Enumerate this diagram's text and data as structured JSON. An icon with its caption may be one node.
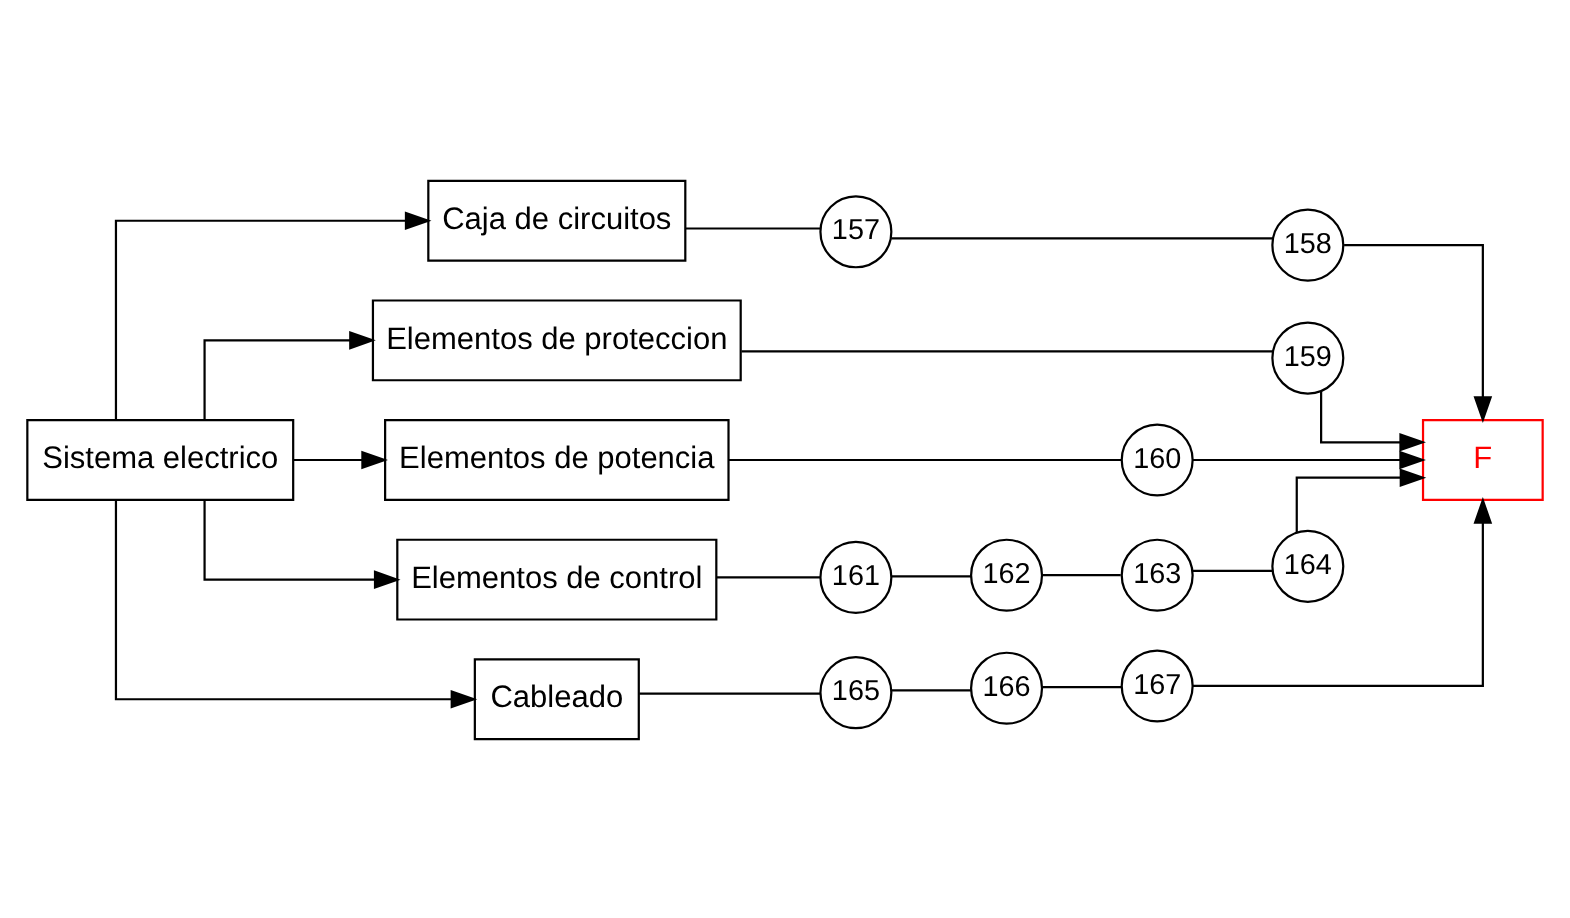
{
  "diagram": {
    "nodes": [
      {
        "text": [
          "Sistema electrico"
        ]
      },
      {
        "text": [
          "Caja de circuitos"
        ]
      },
      {
        "text": [
          "157"
        ]
      },
      {
        "text": [
          "158"
        ]
      },
      {
        "text": [
          "Elementos de proteccion"
        ]
      },
      {
        "text": [
          "159"
        ]
      },
      {
        "text": [
          "Elementos de potencia"
        ]
      },
      {
        "text": [
          "160"
        ]
      },
      {
        "text": [
          "Elementos de control"
        ]
      },
      {
        "text": [
          "161"
        ]
      },
      {
        "text": [
          "162"
        ]
      },
      {
        "text": [
          "163"
        ]
      },
      {
        "text": [
          "164"
        ]
      },
      {
        "text": [
          "Cableado"
        ]
      },
      {
        "text": [
          "165"
        ]
      },
      {
        "text": [
          "166"
        ]
      },
      {
        "text": [
          "167"
        ]
      },
      {
        "text": [
          "F"
        ]
      }
    ],
    "edges": [
      {
        "from": 0,
        "to": 1,
        "arrow": "to"
      },
      {
        "from": 0,
        "to": 4,
        "arrow": "to"
      },
      {
        "from": 0,
        "to": 6,
        "arrow": "to"
      },
      {
        "from": 0,
        "to": 8,
        "arrow": "to"
      },
      {
        "from": 0,
        "to": 13,
        "arrow": "to"
      },
      {
        "from": 1,
        "to": 2,
        "arrow": "none"
      },
      {
        "from": 2,
        "to": 3,
        "arrow": "none"
      },
      {
        "from": 3,
        "to": 17,
        "arrow": "to"
      },
      {
        "from": 4,
        "to": 5,
        "arrow": "none"
      },
      {
        "from": 5,
        "to": 17,
        "arrow": "to"
      },
      {
        "from": 6,
        "to": 7,
        "arrow": "none"
      },
      {
        "from": 7,
        "to": 17,
        "arrow": "to"
      },
      {
        "from": 8,
        "to": 9,
        "arrow": "none"
      },
      {
        "from": 9,
        "to": 10,
        "arrow": "none"
      },
      {
        "from": 10,
        "to": 11,
        "arrow": "none"
      },
      {
        "from": 11,
        "to": 12,
        "arrow": "none"
      },
      {
        "from": 12,
        "to": 17,
        "arrow": "to"
      },
      {
        "from": 13,
        "to": 14,
        "arrow": "none"
      },
      {
        "from": 14,
        "to": 15,
        "arrow": "none"
      },
      {
        "from": 15,
        "to": 16,
        "arrow": "none"
      },
      {
        "from": 16,
        "to": 17,
        "arrow": "to"
      }
    ]
  }
}
